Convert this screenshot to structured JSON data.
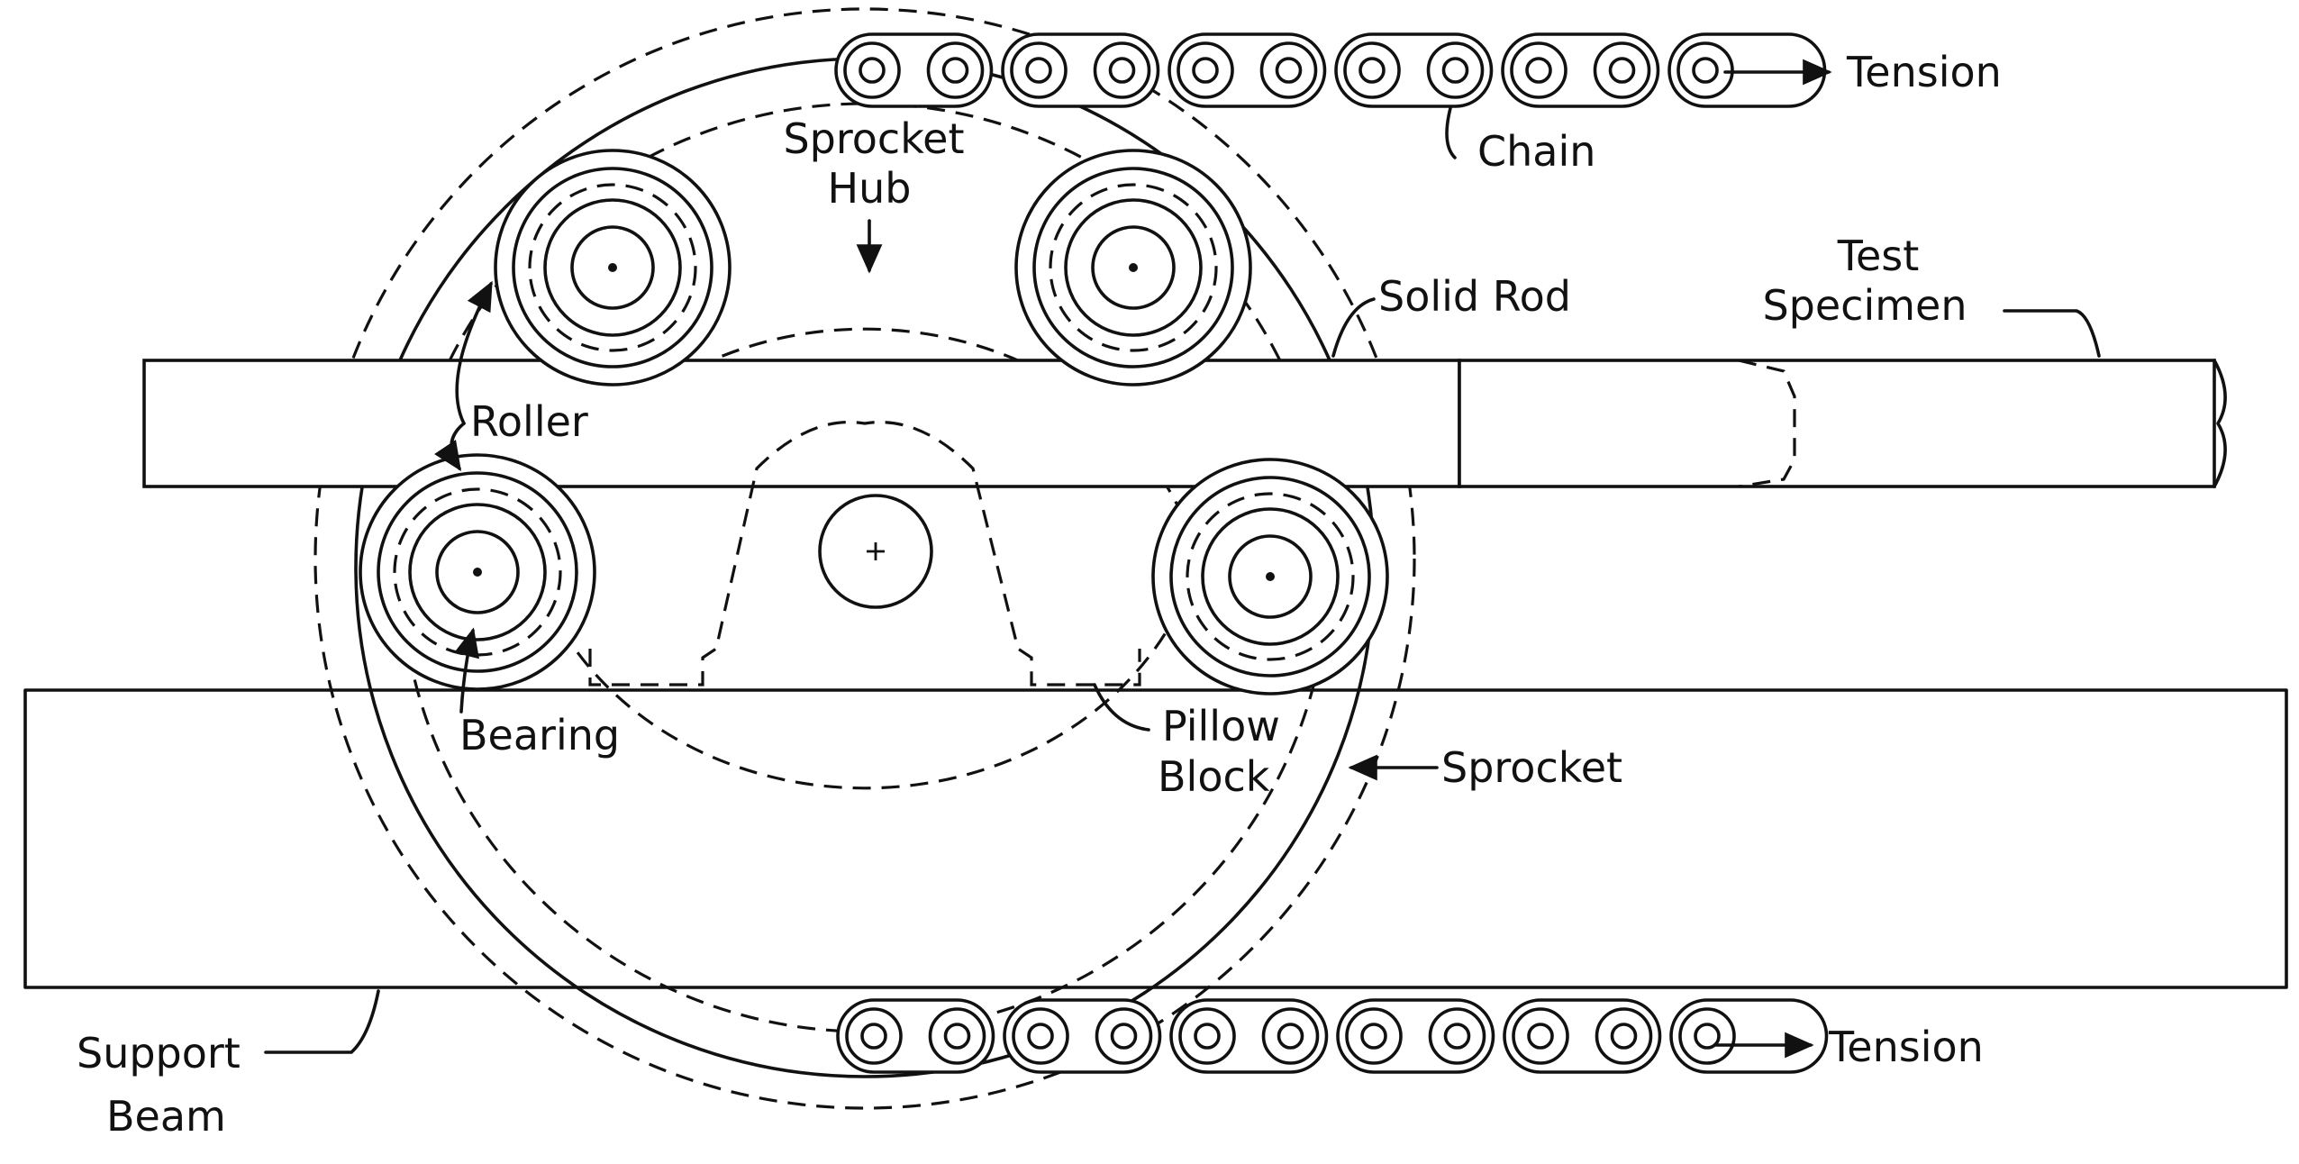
{
  "labels": {
    "tension_top": "Tension",
    "chain": "Chain",
    "sprocket_hub_line1": "Sprocket",
    "sprocket_hub_line2": "Hub",
    "solid_rod": "Solid Rod",
    "test_specimen_line1": "Test",
    "test_specimen_line2": "Specimen",
    "roller": "Roller",
    "bearing": "Bearing",
    "pillow_block_line1": "Pillow",
    "pillow_block_line2": "Block",
    "sprocket": "Sprocket",
    "support_beam_line1": "Support",
    "support_beam_line2": "Beam",
    "tension_bottom": "Tension"
  },
  "colors": {
    "line": "#111111",
    "background": "#ffffff"
  }
}
